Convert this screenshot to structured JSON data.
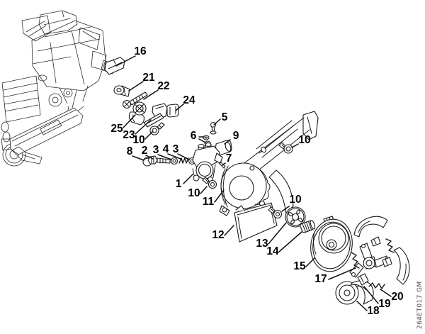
{
  "page": {
    "background_color": "#ffffff",
    "line_color": "#1a1a1a",
    "label_color": "#000000",
    "watermark_color": "#4a4a4a"
  },
  "watermark": {
    "text": "264ET017 GM"
  },
  "callouts": [
    {
      "n": "16"
    },
    {
      "n": "21"
    },
    {
      "n": "22"
    },
    {
      "n": "24"
    },
    {
      "n": "25"
    },
    {
      "n": "23"
    },
    {
      "n": "10"
    },
    {
      "n": "8"
    },
    {
      "n": "2"
    },
    {
      "n": "3"
    },
    {
      "n": "4"
    },
    {
      "n": "3"
    },
    {
      "n": "5"
    },
    {
      "n": "6"
    },
    {
      "n": "9"
    },
    {
      "n": "7"
    },
    {
      "n": "1"
    },
    {
      "n": "10"
    },
    {
      "n": "10"
    },
    {
      "n": "11"
    },
    {
      "n": "10"
    },
    {
      "n": "12"
    },
    {
      "n": "13"
    },
    {
      "n": "14"
    },
    {
      "n": "15"
    },
    {
      "n": "17"
    },
    {
      "n": "18"
    },
    {
      "n": "19"
    },
    {
      "n": "20"
    }
  ]
}
